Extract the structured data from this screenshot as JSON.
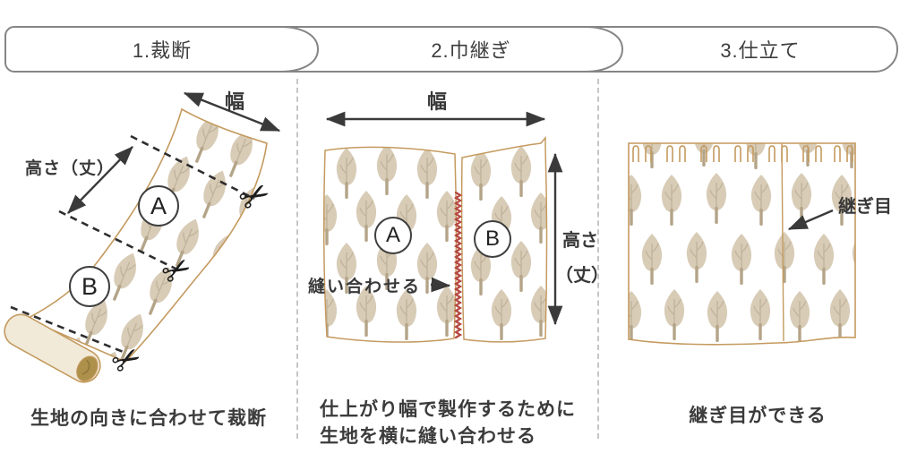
{
  "steps": [
    "1.裁断",
    "2.巾継ぎ",
    "3.仕立て"
  ],
  "cutting": {
    "width_label": "幅",
    "height_label": "高さ（丈）",
    "piece_a": "A",
    "piece_b": "B",
    "caption": "生地の向きに合わせて裁断"
  },
  "joining": {
    "width_label": "幅",
    "height_label_top": "高さ",
    "height_label_bottom": "（丈）",
    "sew_label": "縫い合わせる",
    "piece_a": "A",
    "piece_b": "B",
    "caption_line1": "仕上がり幅で製作するために",
    "caption_line2": "生地を横に縫い合わせる"
  },
  "finishing": {
    "seam_label": "継ぎ目",
    "caption": "継ぎ目ができる"
  },
  "icons": {
    "scissors": "✂"
  },
  "colors": {
    "outline_tan": "#c49a5f",
    "leaf_fill": "#d8ccb7",
    "leaf_stem": "#b4a488",
    "stitch_red": "#b5463f",
    "text": "#3b3b3b",
    "step_border": "#858585",
    "divider": "#c6c6c6"
  }
}
